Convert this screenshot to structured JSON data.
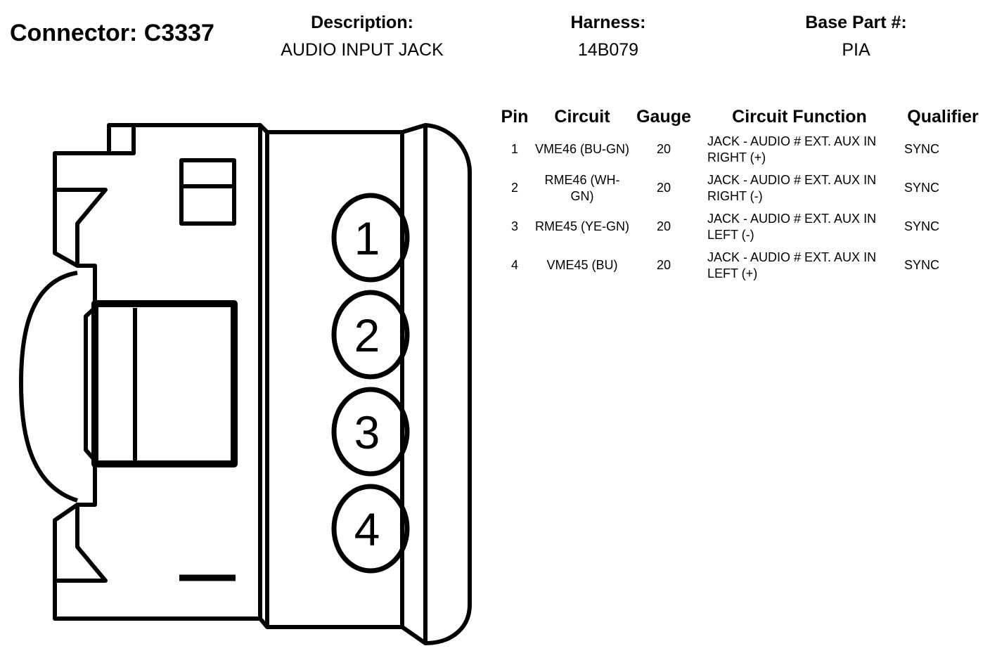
{
  "connector": {
    "title": "Connector: C3337"
  },
  "header": {
    "description": {
      "label": "Description:",
      "value": "AUDIO INPUT JACK"
    },
    "harness": {
      "label": "Harness:",
      "value": "14B079"
    },
    "base_part": {
      "label": "Base Part #:",
      "value": "PIA"
    }
  },
  "pin_table": {
    "columns": [
      "Pin",
      "Circuit",
      "Gauge",
      "Circuit Function",
      "Qualifier"
    ],
    "rows": [
      {
        "pin": "1",
        "circuit": "VME46 (BU-GN)",
        "gauge": "20",
        "function": "JACK - AUDIO # EXT. AUX IN RIGHT (+)",
        "qualifier": "SYNC"
      },
      {
        "pin": "2",
        "circuit": "RME46 (WH-GN)",
        "gauge": "20",
        "function": "JACK - AUDIO # EXT. AUX IN RIGHT (-)",
        "qualifier": "SYNC"
      },
      {
        "pin": "3",
        "circuit": "RME45 (YE-GN)",
        "gauge": "20",
        "function": "JACK - AUDIO # EXT. AUX IN LEFT (-)",
        "qualifier": "SYNC"
      },
      {
        "pin": "4",
        "circuit": "VME45 (BU)",
        "gauge": "20",
        "function": "JACK - AUDIO # EXT. AUX IN LEFT (+)",
        "qualifier": "SYNC"
      }
    ]
  },
  "diagram": {
    "pin_labels": [
      "1",
      "2",
      "3",
      "4"
    ]
  }
}
